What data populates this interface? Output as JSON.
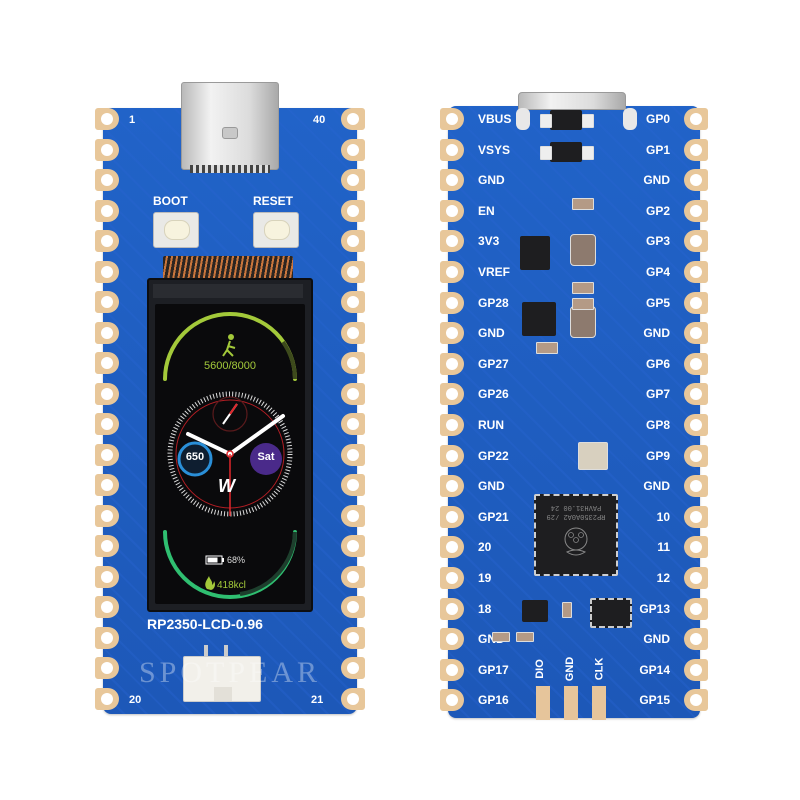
{
  "left_board": {
    "model_label": "RP2350-LCD-0.96",
    "pin_labels": {
      "top_left": "1",
      "top_right": "40",
      "bottom_left": "20",
      "bottom_right": "21"
    },
    "buttons": [
      {
        "label": "BOOT"
      },
      {
        "label": "RESET"
      }
    ],
    "watermark": "SPOTPEAR",
    "lcd": {
      "steps": "5600/8000",
      "heart_rate": "650",
      "day": "Sat",
      "battery": "68%",
      "calories": "418kcl",
      "logo": "W"
    },
    "colors": {
      "pcb": "#1f5fc4",
      "pad": "#e8c79a",
      "step_arc": "#a3c93a",
      "cal_arc": "#2fbf71",
      "hr_ring": "#2a8fd8",
      "day_circle": "#4a2a8a",
      "hand_red": "#e0262b"
    }
  },
  "right_board": {
    "left_pins": [
      "VBUS",
      "VSYS",
      "GND",
      "EN",
      "3V3",
      "VREF",
      "GP28",
      "GND",
      "GP27",
      "GP26",
      "RUN",
      "GP22",
      "GND",
      "GP21",
      "20",
      "19",
      "18",
      "GND",
      "GP17",
      "GP16"
    ],
    "right_pins": [
      "GP0",
      "GP1",
      "GND",
      "GP2",
      "GP3",
      "GP4",
      "GP5",
      "GND",
      "GP6",
      "GP7",
      "GP8",
      "GP9",
      "GND",
      "10",
      "11",
      "12",
      "GP13",
      "GND",
      "GP14",
      "GP15"
    ],
    "debug_pins": [
      "DIO",
      "GND",
      "CLK"
    ],
    "mcu_marking": [
      "RP2350A0A2 /29",
      "PAVH31.00 24"
    ]
  }
}
